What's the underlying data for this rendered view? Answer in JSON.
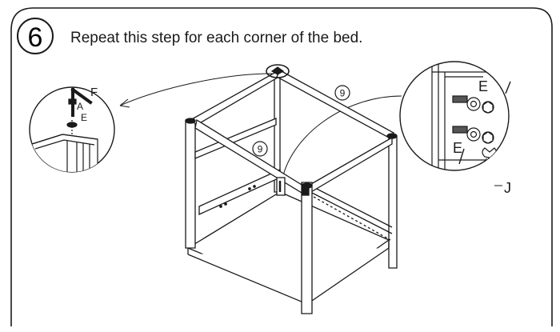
{
  "step": {
    "number": "6",
    "instruction": "Repeat this step for each corner of the bed."
  },
  "callouts": {
    "left_tool": "F",
    "left_bolt": "A",
    "left_washer": "E",
    "right_washer_top": "E",
    "right_washer_bottom": "E",
    "right_wrench": "J",
    "marker_top": "9",
    "marker_middle": "9"
  },
  "colors": {
    "ink": "#1a1a1a",
    "paper": "#ffffff"
  }
}
